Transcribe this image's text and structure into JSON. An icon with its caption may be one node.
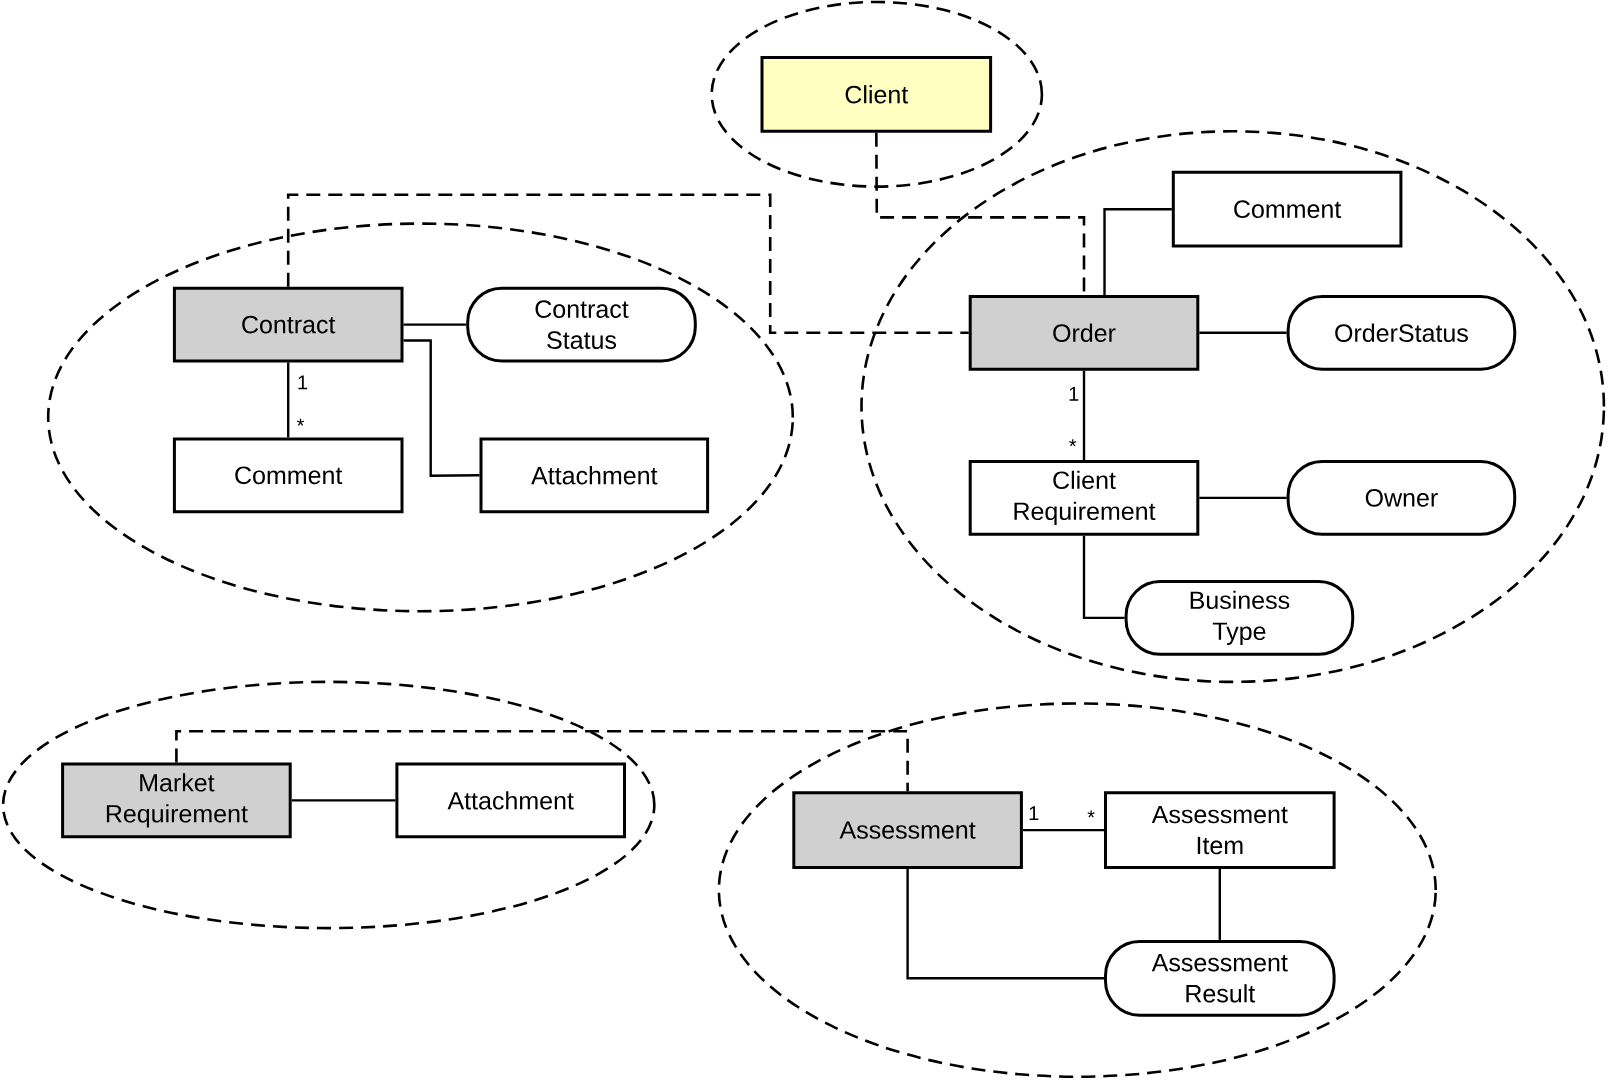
{
  "diagram": {
    "nodes": [
      {
        "text": [],
        "shape": "ellipse"
      },
      {
        "text": [
          "Client"
        ],
        "in": 0
      },
      {
        "text": [],
        "shape": "ellipse"
      },
      {
        "text": [
          "Contract"
        ],
        "in": 2
      },
      {
        "text": [
          "Contract Status"
        ],
        "in": 2
      },
      {
        "text": [
          "Comment"
        ],
        "in": 2
      },
      {
        "text": [
          "Attachment"
        ],
        "in": 2
      },
      {
        "text": [],
        "shape": "ellipse"
      },
      {
        "text": [
          "Comment"
        ],
        "in": 7
      },
      {
        "text": [
          "Order"
        ],
        "in": 7
      },
      {
        "text": [
          "OrderStatus"
        ],
        "in": 7
      },
      {
        "text": [
          "Client Requirement"
        ],
        "in": 7
      },
      {
        "text": [
          "Owner"
        ],
        "in": 7
      },
      {
        "text": [
          "Business Type"
        ],
        "in": 7
      },
      {
        "text": [],
        "shape": "ellipse"
      },
      {
        "text": [
          "Market Requirement"
        ],
        "in": 14
      },
      {
        "text": [
          "Attachment"
        ],
        "in": 14
      },
      {
        "text": [],
        "shape": "ellipse"
      },
      {
        "text": [
          "Assessment"
        ],
        "in": 17
      },
      {
        "text": [
          "Assessment Item"
        ],
        "in": 17
      },
      {
        "text": [
          "Assessment Result"
        ],
        "in": 17
      }
    ],
    "edges": [
      {
        "from": 1,
        "to": 9,
        "arrow": "none",
        "style": "dashed"
      },
      {
        "from": 3,
        "to": 9,
        "arrow": "none",
        "style": "dashed"
      },
      {
        "from": 15,
        "to": 18,
        "arrow": "none",
        "style": "dashed"
      },
      {
        "from": 3,
        "to": 4,
        "arrow": "none"
      },
      {
        "from": 3,
        "to": 5,
        "arrow": "none"
      },
      {
        "from": 3,
        "to": 6,
        "arrow": "none"
      },
      {
        "from": 9,
        "to": 8,
        "arrow": "none"
      },
      {
        "from": 9,
        "to": 10,
        "arrow": "none"
      },
      {
        "from": 9,
        "to": 11,
        "arrow": "none"
      },
      {
        "from": 11,
        "to": 12,
        "arrow": "none"
      },
      {
        "from": 11,
        "to": 13,
        "arrow": "none"
      },
      {
        "from": 15,
        "to": 16,
        "arrow": "none"
      },
      {
        "from": 18,
        "to": 19,
        "arrow": "none"
      },
      {
        "from": 19,
        "to": 20,
        "arrow": "none"
      },
      {
        "from": 18,
        "to": 20,
        "arrow": "none"
      }
    ],
    "labels": [
      "1",
      "*",
      "1",
      "*",
      "1",
      "*"
    ]
  }
}
